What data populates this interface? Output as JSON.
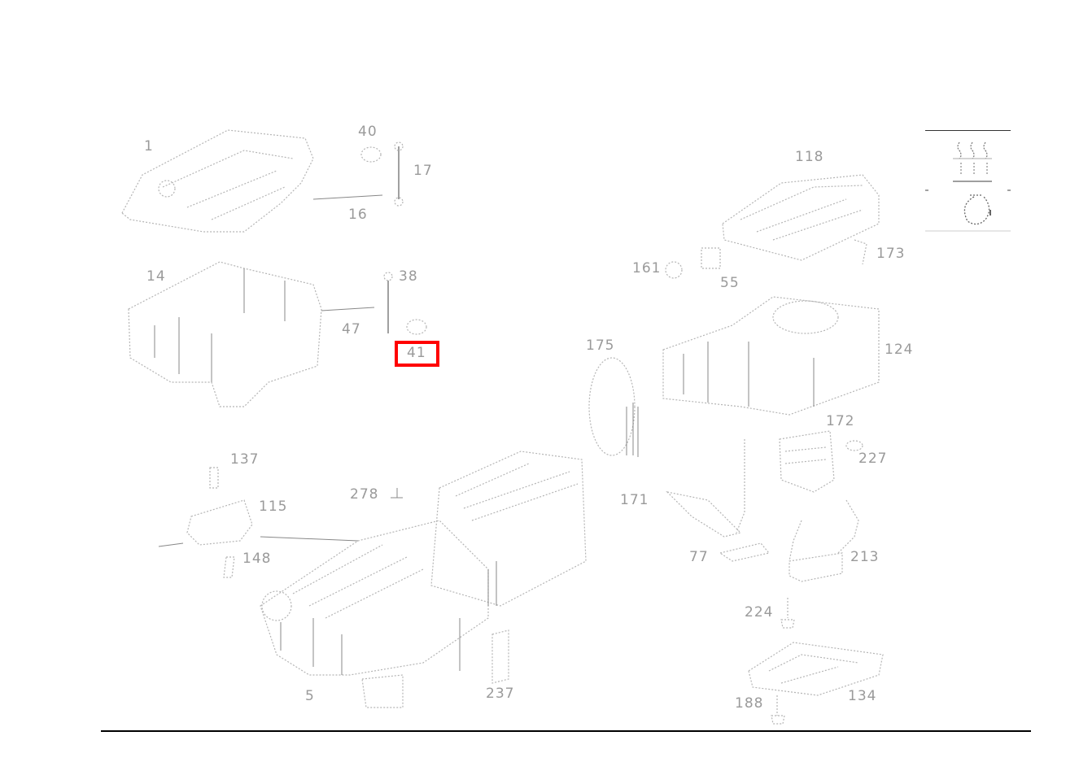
{
  "diagram": {
    "type": "exploded-parts-view",
    "highlight": {
      "label": "41",
      "color": "#ff0000"
    },
    "callouts": [
      {
        "id": "c1",
        "label": "1"
      },
      {
        "id": "c40",
        "label": "40"
      },
      {
        "id": "c17",
        "label": "17"
      },
      {
        "id": "c16",
        "label": "16"
      },
      {
        "id": "c14",
        "label": "14"
      },
      {
        "id": "c38",
        "label": "38"
      },
      {
        "id": "c47",
        "label": "47"
      },
      {
        "id": "c41",
        "label": "41"
      },
      {
        "id": "c118",
        "label": "118"
      },
      {
        "id": "c161",
        "label": "161"
      },
      {
        "id": "c55",
        "label": "55"
      },
      {
        "id": "c173",
        "label": "173"
      },
      {
        "id": "c175",
        "label": "175"
      },
      {
        "id": "c124",
        "label": "124"
      },
      {
        "id": "c172",
        "label": "172"
      },
      {
        "id": "c227",
        "label": "227"
      },
      {
        "id": "c171",
        "label": "171"
      },
      {
        "id": "c77",
        "label": "77"
      },
      {
        "id": "c213",
        "label": "213"
      },
      {
        "id": "c224",
        "label": "224"
      },
      {
        "id": "c134",
        "label": "134"
      },
      {
        "id": "c188",
        "label": "188"
      },
      {
        "id": "c137",
        "label": "137"
      },
      {
        "id": "c115",
        "label": "115"
      },
      {
        "id": "c148",
        "label": "148"
      },
      {
        "id": "c278",
        "label": "278"
      },
      {
        "id": "c5",
        "label": "5"
      },
      {
        "id": "c237",
        "label": "237"
      }
    ],
    "legend_symbols": [
      "hot-surface-icon",
      "engine-part-icon"
    ]
  }
}
